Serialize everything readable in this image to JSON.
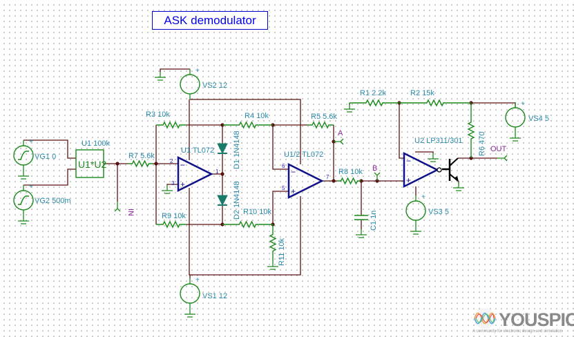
{
  "title": "ASK demodulator",
  "components": {
    "vg1": "VG1 0",
    "vg2": "VG2 500m",
    "mult": "U1 100k",
    "mult_symbol": "U1*U2",
    "r7": "R7 5.6k",
    "r3": "R3 10k",
    "r4": "R4 10k",
    "r5": "R5 5.6k",
    "r9": "R9 10k",
    "r10": "R10 10k",
    "r11": "R11 10k",
    "d1": "D1 1N4148",
    "d2": "D2 1N4148",
    "u1": "U1 TL072",
    "u1_2": "U1/2 TL072",
    "vs2": "VS2 12",
    "vs1": "VS1 12",
    "r8": "R8 10k",
    "c1": "C1 1n",
    "r1": "R1 2.2k",
    "r2": "R2 15k",
    "r6": "R6 470",
    "u2": "U2 LP311/301",
    "vs3": "VS3 5",
    "vs4": "VS4 5"
  },
  "pins": {
    "p1": "1",
    "p2": "2",
    "p3": "3",
    "p5": "5",
    "p6": "6",
    "p7": "7",
    "plus": "+",
    "minus": "−"
  },
  "probes": {
    "in": "IN",
    "a": "A",
    "b": "B",
    "out": "OUT"
  },
  "logo": {
    "name": "YOUSPICE",
    "tagline": "A community for electronic design and simulation"
  },
  "colors": {
    "wire": "#5a1010",
    "component": "#1a8a1a",
    "opamp": "#10108a",
    "label": "#2a8aa8",
    "probe": "#8a2a9a",
    "title": "#0000ee"
  }
}
